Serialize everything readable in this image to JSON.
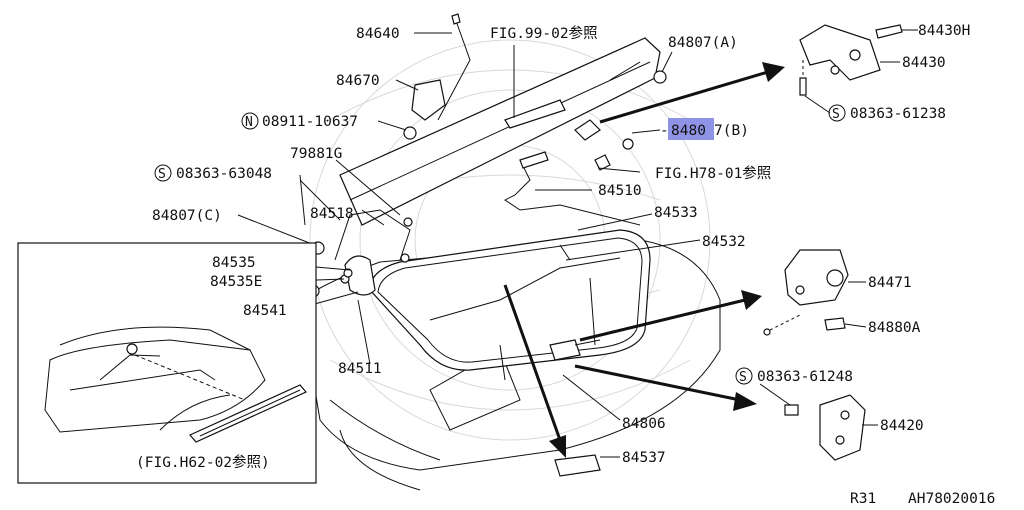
{
  "diagram": {
    "highlight_color": "#8f93e6",
    "labels": {
      "p84640": "84640",
      "fig99": "FIG.99-02参照",
      "p84807a": "84807(A)",
      "p84430h": "84430H",
      "p84430": "84430",
      "p84670": "84670",
      "n08911": "08911-10637",
      "n08911_prefix": "N",
      "s08363_61238": "08363-61238",
      "s_prefix": "S",
      "p84807b_hl": "8480",
      "p84807b_pre": "-",
      "p84807b_post": "7(B)",
      "p79881g": "79881G",
      "figh78": "FIG.H78-01参照",
      "s08363_63048": "08363-63048",
      "p84510": "84510",
      "p84518": "84518",
      "p84533": "84533",
      "p84807c": "84807(C)",
      "p84532": "84532",
      "p84535": "84535",
      "p84535e": "84535E",
      "p84471": "84471",
      "p84541": "84541",
      "p84880a": "84880A",
      "s08363_61248": "08363-61248",
      "p84511": "84511",
      "p84806": "84806",
      "p84420": "84420",
      "p84537": "84537",
      "figh62": "(FIG.H62-02参照)",
      "footer_model": "R31",
      "footer_code": "AH78020016"
    }
  }
}
